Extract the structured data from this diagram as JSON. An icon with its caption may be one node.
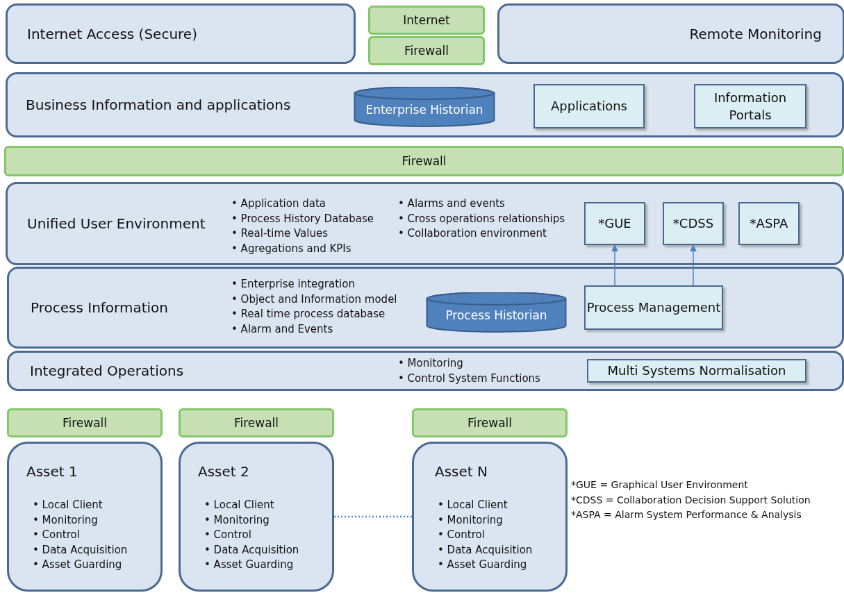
{
  "diagram": {
    "nodes": [
      {
        "text": [
          "Internet Access (Secure)"
        ]
      },
      {
        "text": [
          "Internet"
        ]
      },
      {
        "text": [
          "Firewall"
        ]
      },
      {
        "text": [
          "Remote Monitoring"
        ]
      },
      {
        "text": [
          "Business Information and applications"
        ]
      },
      {
        "text": [
          "Enterprise Historian"
        ],
        "in": 4
      },
      {
        "text": [
          "Applications"
        ],
        "in": 4
      },
      {
        "text": [
          "Information Portals"
        ],
        "in": 4
      },
      {
        "text": [
          "Firewall"
        ]
      },
      {
        "text": [
          "Unified User Environment",
          "• Application data",
          "• Process History Database",
          "• Real-time Values",
          "• Agregations and KPIs",
          "• Alarms and events",
          "• Cross operations relationships",
          "• Collaboration environment"
        ]
      },
      {
        "text": [
          "*GUE"
        ],
        "in": 9
      },
      {
        "text": [
          "*CDSS"
        ],
        "in": 9
      },
      {
        "text": [
          "*ASPA"
        ],
        "in": 9
      },
      {
        "text": [
          "Process Information",
          "• Enterprise integration",
          "• Object and Information model",
          "• Real time process database",
          "• Alarm and Events"
        ]
      },
      {
        "text": [
          "Process Historian"
        ],
        "in": 13
      },
      {
        "text": [
          "Process Management"
        ],
        "in": 13
      },
      {
        "text": [
          "Integrated Operations",
          "• Monitoring",
          "• Control System Functions"
        ]
      },
      {
        "text": [
          "Multi Systems Normalisation"
        ],
        "in": 16
      },
      {
        "text": [
          "Firewall"
        ]
      },
      {
        "text": [
          "Asset 1",
          "• Local Client",
          "• Monitoring",
          "• Control",
          "• Data Acquisition",
          "• Asset Guarding"
        ]
      },
      {
        "text": [
          "Firewall"
        ]
      },
      {
        "text": [
          "Asset 2",
          "• Local Client",
          "• Monitoring",
          "• Control",
          "• Data Acquisition",
          "• Asset Guarding"
        ]
      },
      {
        "text": [
          "Firewall"
        ]
      },
      {
        "text": [
          "Asset N",
          "• Local Client",
          "• Monitoring",
          "• Control",
          "• Data Acquisition",
          "• Asset Guarding"
        ]
      }
    ],
    "edges": [
      {
        "from": 15,
        "to": 10,
        "arrow": "to"
      },
      {
        "from": 15,
        "to": 11,
        "arrow": "to"
      },
      {
        "from": 21,
        "to": 23,
        "arrow": "none",
        "style": "dashed"
      }
    ],
    "labels": [
      "*GUE = Graphical User Environment",
      "*CDSS = Collaboration Decision Support Solution",
      "*ASPA = Alarm System Performance & Analysis"
    ]
  }
}
